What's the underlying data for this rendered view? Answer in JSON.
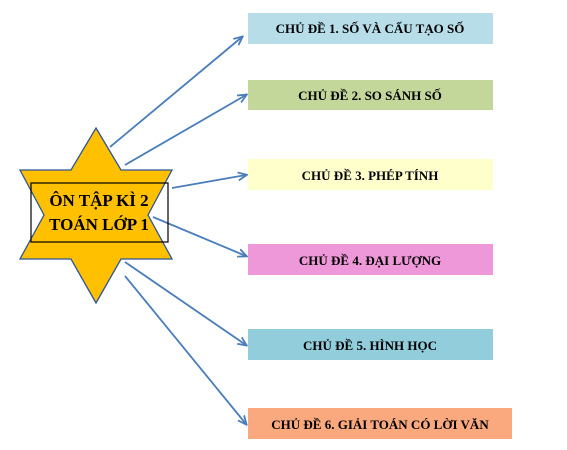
{
  "center": {
    "line1": "ÔN TẬP KÌ 2",
    "line2": "TOÁN LỚP 1",
    "star_color": "#FFC000",
    "star_border": "#2F5597",
    "label_border": "#000000"
  },
  "topics": [
    {
      "label": "CHỦ ĐỀ 1. SỐ VÀ CẤU TẠO SỐ",
      "color": "#B7DDE8"
    },
    {
      "label": "CHỦ ĐỀ 2. SO SÁNH SỐ",
      "color": "#C4D79B"
    },
    {
      "label": "CHỦ ĐỀ 3. PHÉP TÍNH",
      "color": "#FFFFCC"
    },
    {
      "label": "CHỦ ĐỀ 4. ĐẠI LƯỢNG",
      "color": "#EE98D9"
    },
    {
      "label": "CHỦ ĐỀ 5. HÌNH HỌC",
      "color": "#92CDDC"
    },
    {
      "label": "CHỦ ĐỀ 6. GIẢI TOÁN CÓ LỜI VĂN",
      "color": "#F9A97D"
    }
  ],
  "arrow_color": "#4A7EBB"
}
